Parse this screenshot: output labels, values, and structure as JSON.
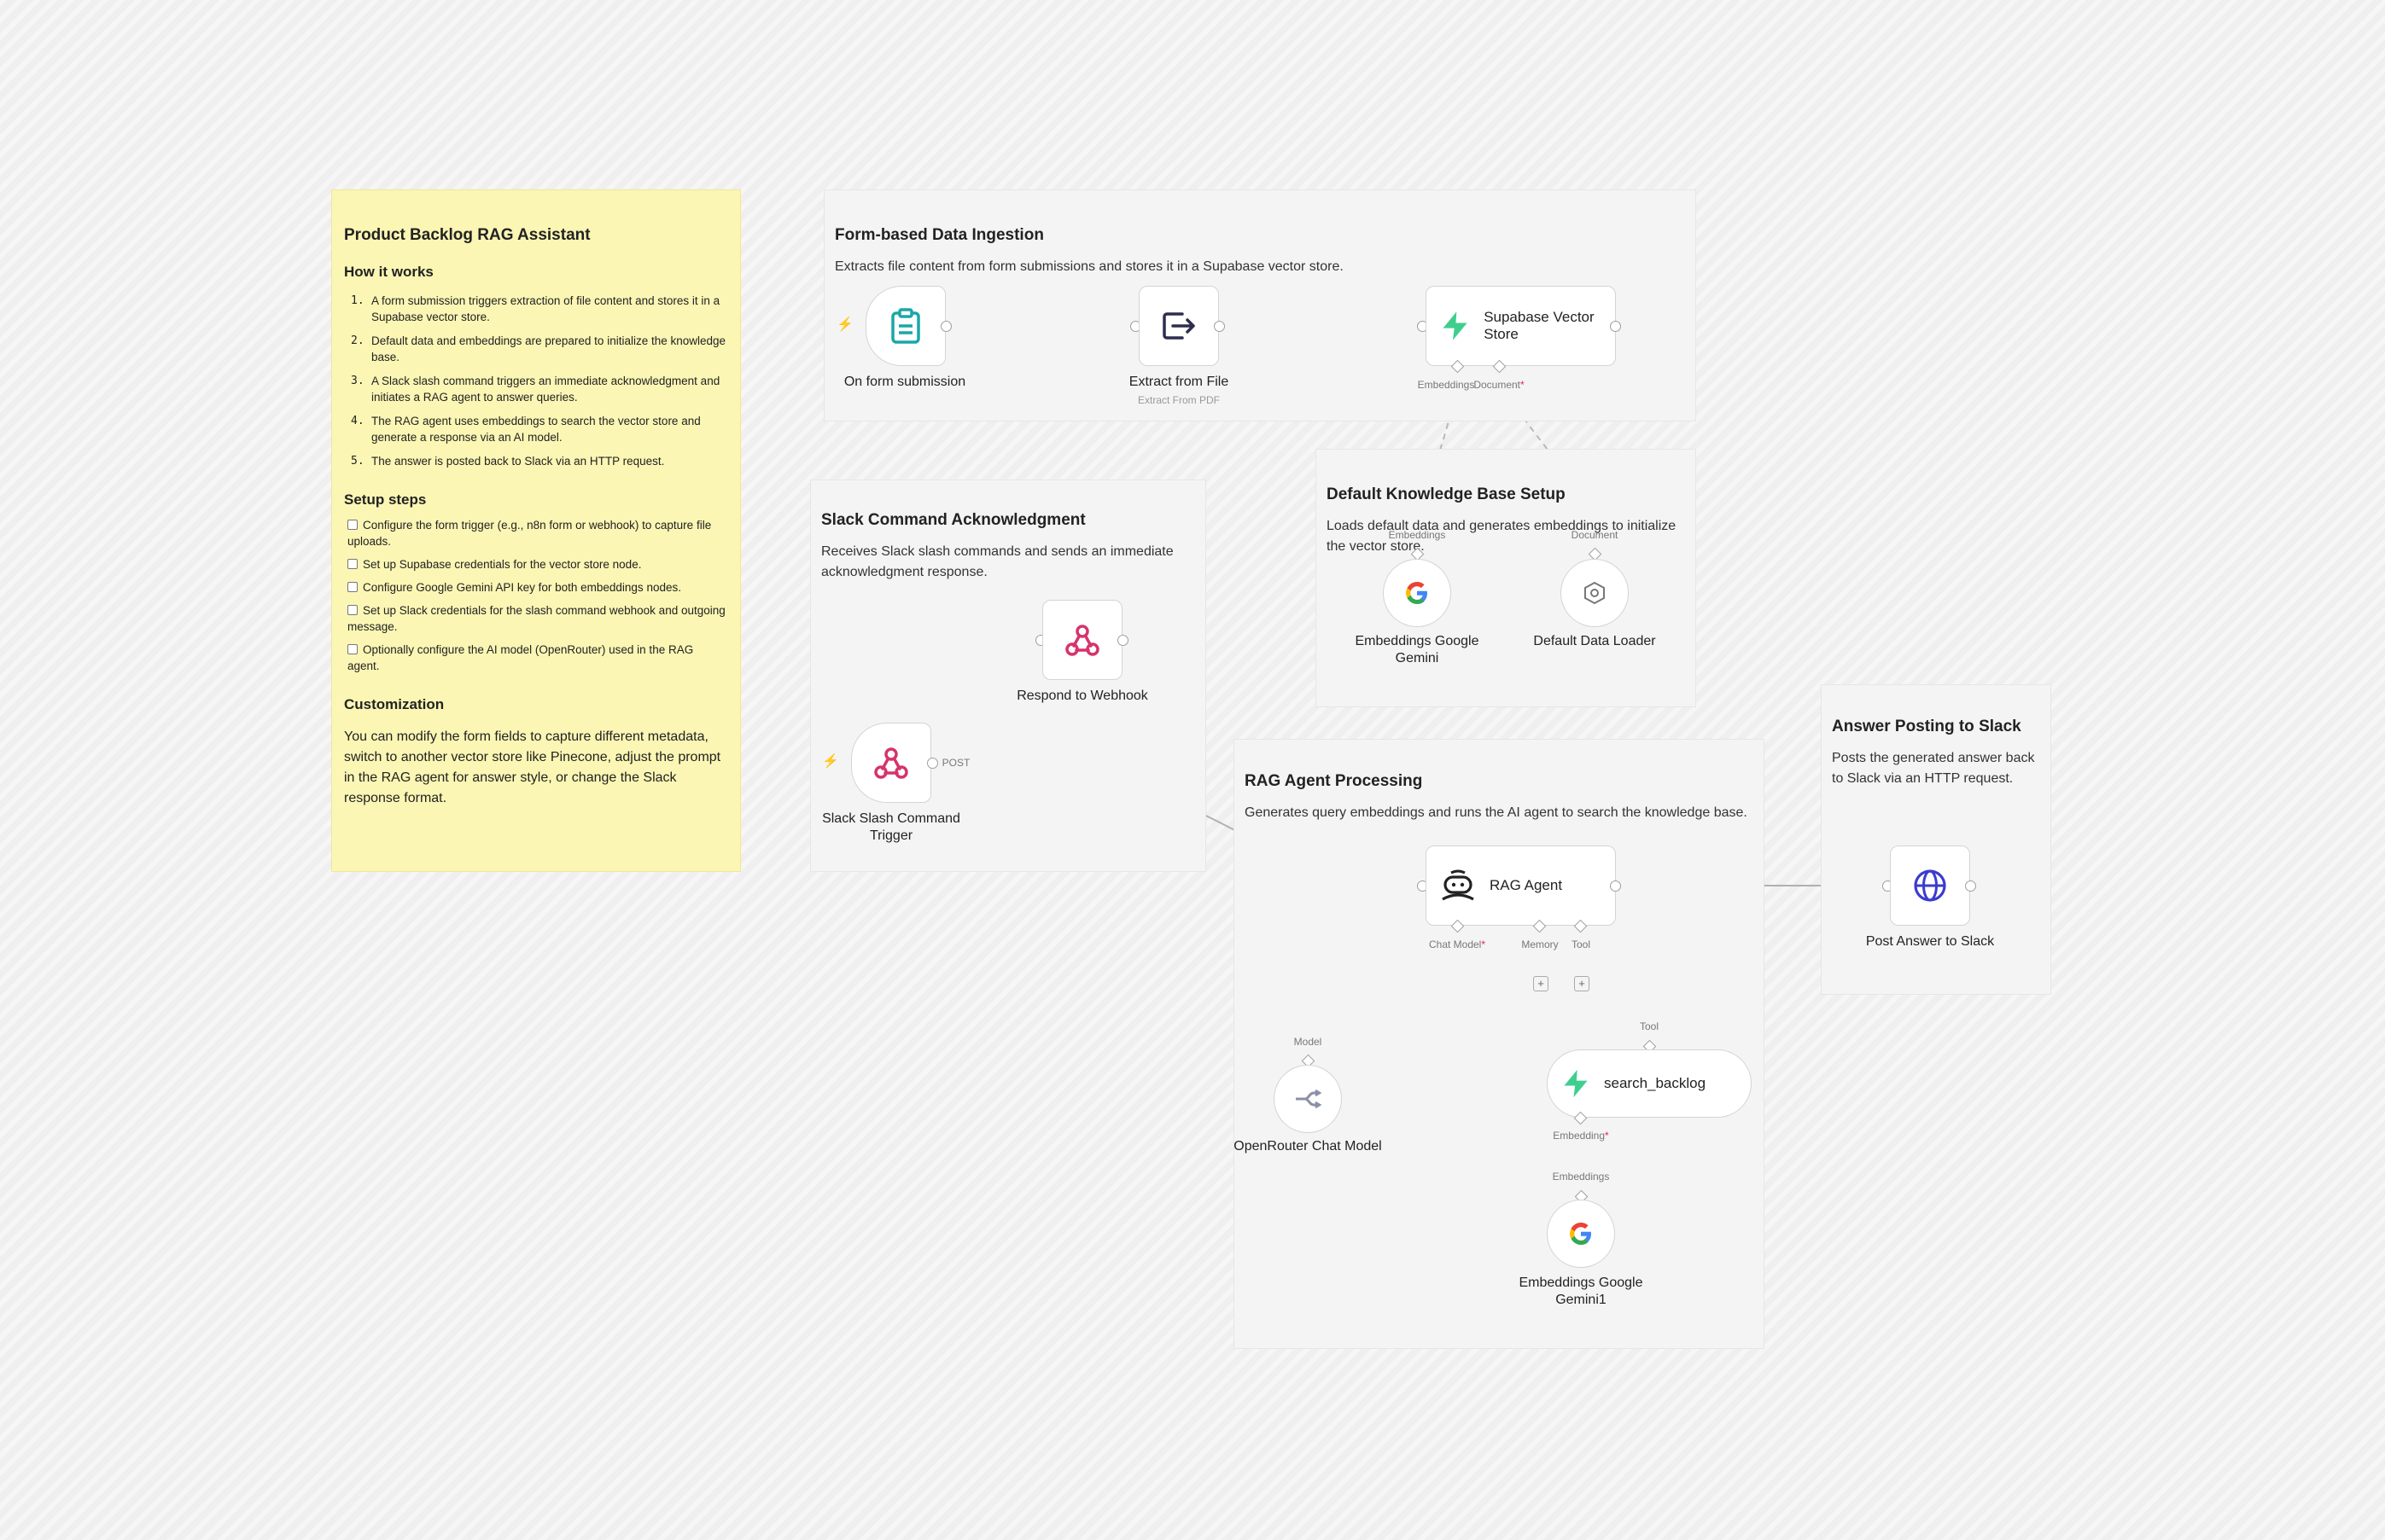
{
  "notes": {
    "main": {
      "title": "Product Backlog RAG Assistant",
      "how_heading": "How it works",
      "how_steps": [
        "A form submission triggers extraction of file content and stores it in a Supabase vector store.",
        "Default data and embeddings are prepared to initialize the knowledge base.",
        "A Slack slash command triggers an immediate acknowledgment and initiates a RAG agent to answer queries.",
        "The RAG agent uses embeddings to search the vector store and generate a response via an AI model.",
        "The answer is posted back to Slack via an HTTP request."
      ],
      "setup_heading": "Setup steps",
      "setup_steps": [
        "Configure the form trigger (e.g., n8n form or webhook) to capture file uploads.",
        "Set up Supabase credentials for the vector store node.",
        "Configure Google Gemini API key for both embeddings nodes.",
        "Set up Slack credentials for the slash command webhook and outgoing message.",
        "Optionally configure the AI model (OpenRouter) used in the RAG agent."
      ],
      "custom_heading": "Customization",
      "custom_text": "You can modify the form fields to capture different metadata, switch to another vector store like Pinecone, adjust the prompt in the RAG agent for answer style, or change the Slack response format."
    },
    "ingestion": {
      "title": "Form-based Data Ingestion",
      "desc": "Extracts file content from form submissions and stores it in a Supabase vector store."
    },
    "slack_ack": {
      "title": "Slack Command Acknowledgment",
      "desc": "Receives Slack slash commands and sends an immediate acknowledgment response."
    },
    "kb_setup": {
      "title": "Default Knowledge Base Setup",
      "desc": "Loads default data and generates embeddings to initialize the vector store."
    },
    "rag": {
      "title": "RAG Agent Processing",
      "desc": "Generates query embeddings and runs the AI agent to search the knowledge base."
    },
    "answer": {
      "title": "Answer Posting to Slack",
      "desc": "Posts the generated answer back to Slack via an HTTP request."
    }
  },
  "nodes": {
    "form_submission": {
      "label": "On form submission",
      "icon": "clipboard-icon"
    },
    "extract_file": {
      "label": "Extract from File",
      "sub": "Extract From PDF",
      "icon": "export-file-icon"
    },
    "supabase_store": {
      "label": "Supabase Vector Store",
      "icon": "supabase-bolt-icon"
    },
    "embeddings_gemini": {
      "label": "Embeddings Google Gemini",
      "icon": "google-g-icon"
    },
    "default_loader": {
      "label": "Default Data Loader",
      "icon": "data-loader-icon"
    },
    "respond_webhook": {
      "label": "Respond to Webhook",
      "icon": "webhook-icon"
    },
    "slack_trigger": {
      "label": "Slack Slash Command Trigger",
      "icon": "webhook-icon",
      "output_label": "POST"
    },
    "rag_agent": {
      "label": "RAG Agent",
      "icon": "robot-icon"
    },
    "post_answer": {
      "label": "Post Answer to Slack",
      "icon": "globe-icon"
    },
    "openrouter": {
      "label": "OpenRouter Chat Model",
      "icon": "openrouter-icon"
    },
    "search_backlog": {
      "label": "search_backlog",
      "icon": "supabase-bolt-icon"
    },
    "embeddings_gemini1": {
      "label": "Embeddings Google Gemini1",
      "icon": "google-g-icon"
    }
  },
  "ports": {
    "embeddings": "Embeddings",
    "document": "Document",
    "chat_model": "Chat Model",
    "memory": "Memory",
    "tool": "Tool",
    "model": "Model",
    "embedding": "Embedding",
    "required_mark": "*",
    "plus": "+"
  },
  "colors": {
    "sticky_yellow": "#fbf6b4",
    "sticky_grey": "#f4f4f4",
    "trigger_bolt": "#f0751e",
    "supabase_green": "#3ecf8e",
    "webhook_pink": "#d6336c",
    "form_teal": "#1aa7a7",
    "globe_blue": "#3b3bd1"
  }
}
